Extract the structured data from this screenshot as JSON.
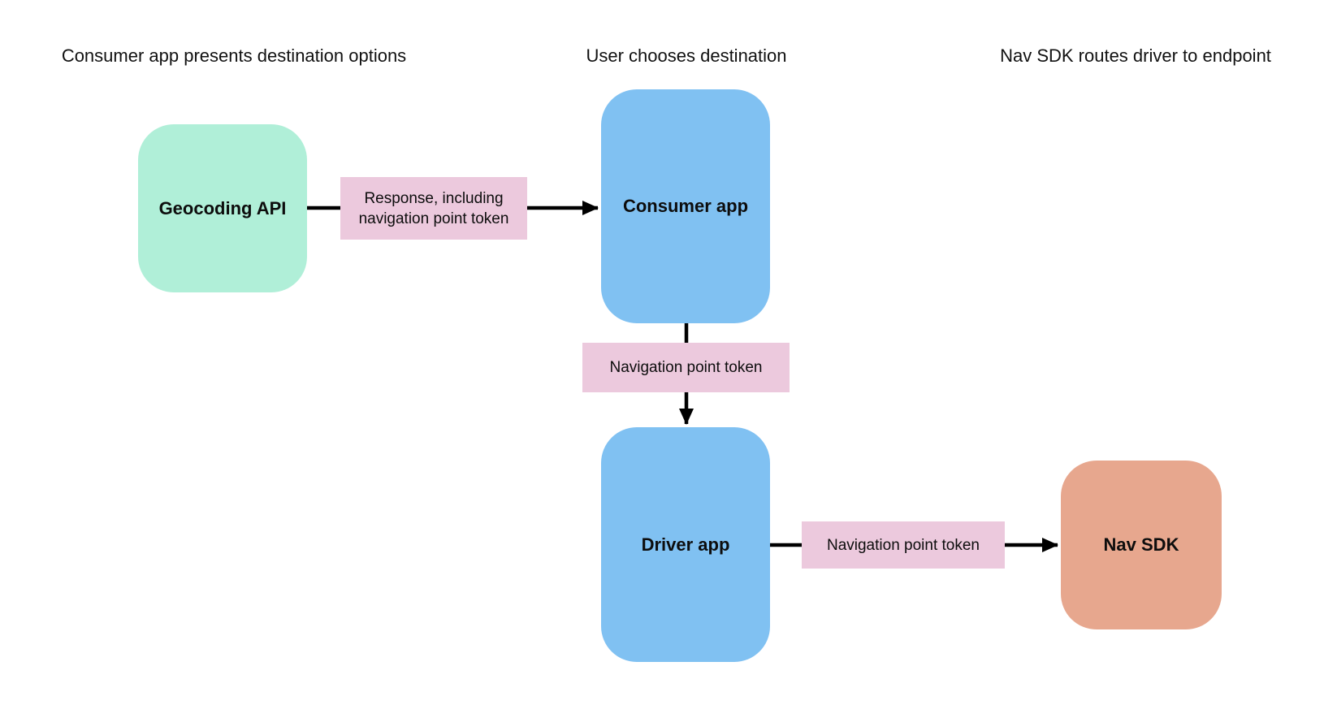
{
  "diagram": {
    "background_color": "#ffffff",
    "arrow_color": "#000000",
    "edge_label_color": "#ecc9dd",
    "stage_headers": [
      {
        "text": "Consumer app presents destination options"
      },
      {
        "text": "User chooses destination"
      },
      {
        "text": "Nav SDK routes driver to endpoint"
      }
    ],
    "nodes": [
      {
        "id": "geocoding-api",
        "label": "Geocoding API",
        "fill": "#b0efd8"
      },
      {
        "id": "consumer-app",
        "label": "Consumer app",
        "fill": "#80c1f2"
      },
      {
        "id": "driver-app",
        "label": "Driver app",
        "fill": "#80c1f2"
      },
      {
        "id": "nav-sdk",
        "label": "Nav SDK",
        "fill": "#e7a78e"
      }
    ],
    "edges": [
      {
        "from": "geocoding-api",
        "to": "consumer-app",
        "label": "Response, including navigation point token",
        "direction": "right"
      },
      {
        "from": "consumer-app",
        "to": "driver-app",
        "label": "Navigation point token",
        "direction": "down"
      },
      {
        "from": "driver-app",
        "to": "nav-sdk",
        "label": "Navigation point token",
        "direction": "right"
      }
    ]
  }
}
